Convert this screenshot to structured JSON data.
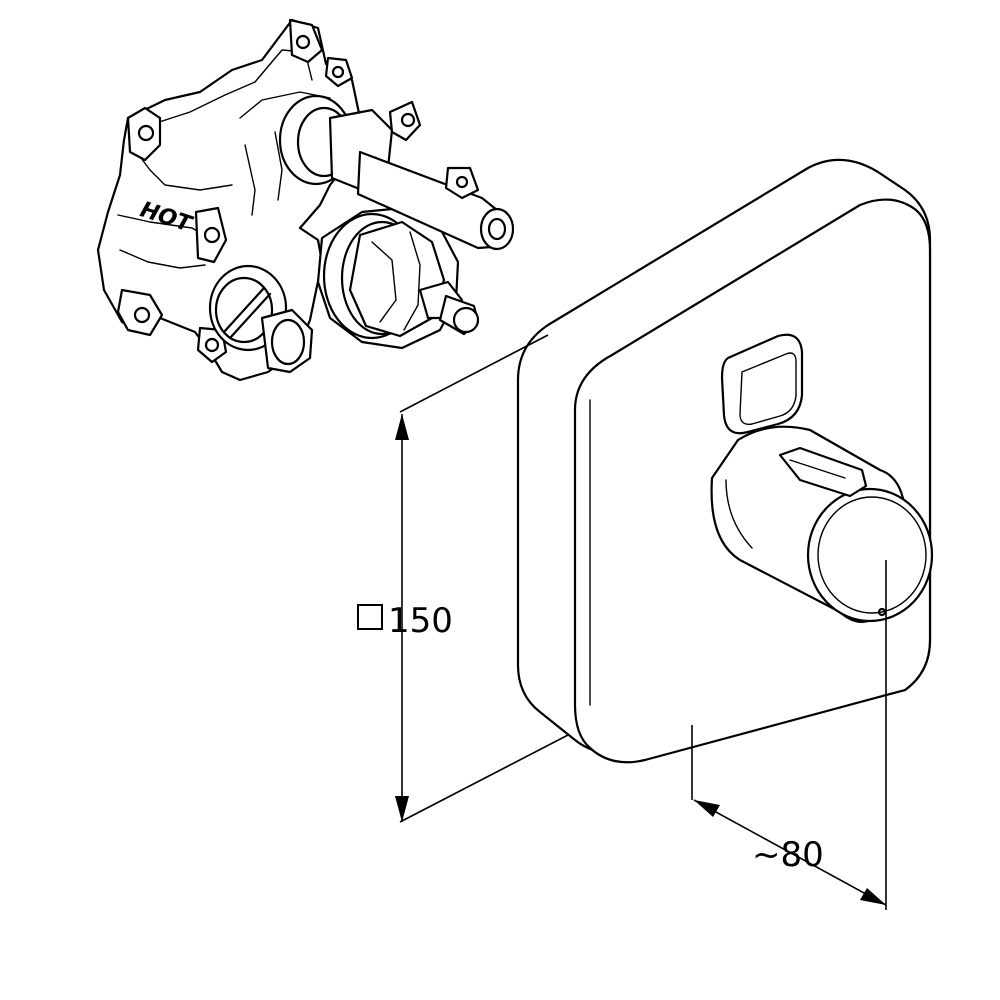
{
  "valve_body": {
    "label": "HOT"
  },
  "dimensions": {
    "height_label": "150",
    "height_symbol": "square-symbol",
    "depth_label": "~80"
  },
  "colors": {
    "line": "#000000",
    "background": "#ffffff"
  }
}
